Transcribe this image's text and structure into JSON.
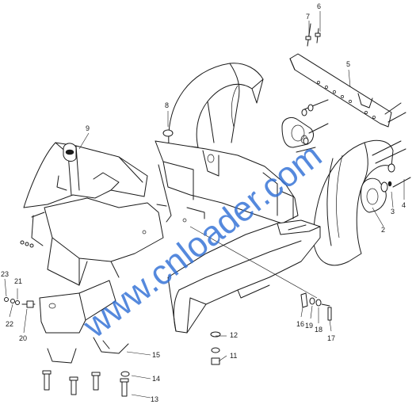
{
  "watermark": "www.cnloader.com",
  "colors": {
    "line": "#1a1a1a",
    "watermark": "#2f6fd6"
  },
  "part_labels": {
    "p2": "2",
    "p3": "3",
    "p4": "4",
    "p5": "5",
    "p6": "6",
    "p7": "7",
    "p8": "8",
    "p9": "9",
    "p11": "11",
    "p12": "12",
    "p13": "13",
    "p14": "14",
    "p15": "15",
    "p16": "16",
    "p17": "17",
    "p18": "18",
    "p19": "19",
    "p20": "20",
    "p21": "21",
    "p22": "22",
    "p23": "23"
  }
}
